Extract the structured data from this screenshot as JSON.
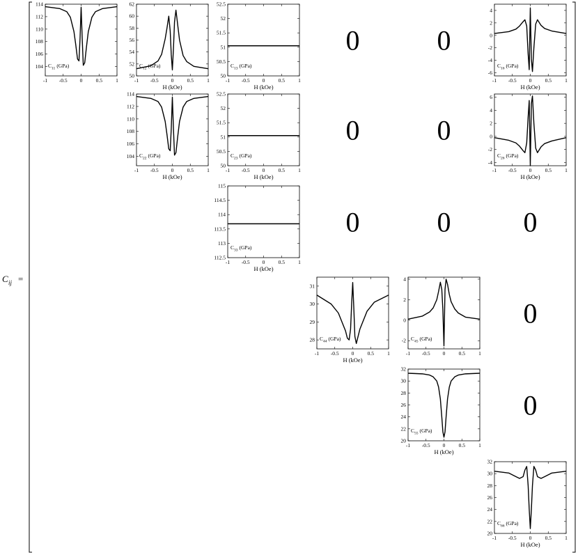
{
  "matrix": {
    "symbol_main": "C",
    "symbol_sub": "ij",
    "equals": "=",
    "zero_label": "0"
  },
  "zeros": [
    {
      "row": 1,
      "col": 4
    },
    {
      "row": 1,
      "col": 5
    },
    {
      "row": 2,
      "col": 4
    },
    {
      "row": 2,
      "col": 5
    },
    {
      "row": 3,
      "col": 4
    },
    {
      "row": 3,
      "col": 5
    },
    {
      "row": 3,
      "col": 6
    },
    {
      "row": 4,
      "col": 6
    },
    {
      "row": 5,
      "col": 6
    }
  ],
  "chart_data": [
    {
      "id": "C11",
      "type": "line",
      "label_main": "C",
      "label_sub": "11",
      "label_unit": "(GPa)",
      "xlabel": "",
      "xlim": [
        -1,
        1
      ],
      "ylim": [
        102.5,
        114
      ],
      "xticks": [
        "-1",
        "-0.5",
        "0",
        "0.5",
        "1"
      ],
      "yticks": [
        "104",
        "106",
        "108",
        "110",
        "112",
        "114"
      ],
      "x": [
        -1,
        -0.6,
        -0.4,
        -0.3,
        -0.2,
        -0.15,
        -0.1,
        -0.06,
        -0.03,
        0,
        0.03,
        0.06,
        0.1,
        0.15,
        0.2,
        0.3,
        0.4,
        0.6,
        1
      ],
      "y": [
        113.6,
        113.3,
        112.8,
        111.9,
        109.6,
        107.5,
        105.2,
        104.9,
        108.5,
        113.5,
        108.5,
        104.2,
        104.6,
        107.2,
        109.6,
        111.9,
        112.8,
        113.3,
        113.6
      ]
    },
    {
      "id": "C12",
      "type": "line",
      "label_main": "C",
      "label_sub": "12",
      "label_unit": "(GPa)",
      "xlabel": "H (kOe)",
      "xlim": [
        -1,
        1
      ],
      "ylim": [
        50,
        62
      ],
      "xticks": [
        "-1",
        "-0.5",
        "0",
        "0.5",
        "1"
      ],
      "yticks": [
        "50",
        "52",
        "54",
        "56",
        "58",
        "60",
        "62"
      ],
      "x": [
        -1,
        -0.6,
        -0.4,
        -0.3,
        -0.2,
        -0.15,
        -0.1,
        -0.06,
        -0.03,
        0,
        0.03,
        0.06,
        0.1,
        0.15,
        0.2,
        0.3,
        0.4,
        0.6,
        1
      ],
      "y": [
        51.2,
        51.7,
        52.5,
        53.6,
        56.2,
        58.0,
        60.0,
        57.5,
        53.5,
        51.0,
        54.5,
        59.0,
        61.0,
        58.5,
        56.0,
        53.4,
        52.4,
        51.6,
        51.2
      ]
    },
    {
      "id": "C13",
      "type": "line",
      "label_main": "C",
      "label_sub": "13",
      "label_unit": "(GPa)",
      "xlabel": "H (kOe)",
      "xlim": [
        -1,
        1
      ],
      "ylim": [
        50,
        52.5
      ],
      "xticks": [
        "-1",
        "-0.5",
        "0",
        "0.5",
        "1"
      ],
      "yticks": [
        "50",
        "50.5",
        "51",
        "51.5",
        "52",
        "52.5"
      ],
      "x": [
        -1,
        1
      ],
      "y": [
        51.05,
        51.05
      ]
    },
    {
      "id": "C16",
      "type": "line",
      "label_main": "C",
      "label_sub": "16",
      "label_unit": "(GPa)",
      "xlabel": "H (kOe)",
      "xlim": [
        -1,
        1
      ],
      "ylim": [
        -6.5,
        5
      ],
      "xticks": [
        "-1",
        "-0.5",
        "0",
        "0.5",
        "1"
      ],
      "yticks": [
        "-6",
        "-4",
        "-2",
        "0",
        "2",
        "4"
      ],
      "x": [
        -1,
        -0.6,
        -0.4,
        -0.3,
        -0.2,
        -0.15,
        -0.1,
        -0.06,
        -0.03,
        0,
        0.03,
        0.06,
        0.1,
        0.15,
        0.2,
        0.3,
        0.4,
        0.6,
        1
      ],
      "y": [
        0.3,
        0.6,
        1.0,
        1.5,
        2.2,
        2.5,
        1.5,
        -3.0,
        -5.5,
        4.4,
        -3.8,
        -5.8,
        -2.0,
        1.8,
        2.5,
        1.6,
        1.1,
        0.7,
        0.3
      ]
    },
    {
      "id": "C22",
      "type": "line",
      "label_main": "C",
      "label_sub": "22",
      "label_unit": "(GPa)",
      "xlabel": "H (kOe)",
      "xlim": [
        -1,
        1
      ],
      "ylim": [
        102.5,
        114
      ],
      "xticks": [
        "-1",
        "-0.5",
        "0",
        "0.5",
        "1"
      ],
      "yticks": [
        "104",
        "106",
        "108",
        "110",
        "112",
        "114"
      ],
      "x": [
        -1,
        -0.6,
        -0.4,
        -0.3,
        -0.2,
        -0.15,
        -0.1,
        -0.06,
        -0.03,
        0,
        0.03,
        0.06,
        0.1,
        0.15,
        0.2,
        0.3,
        0.4,
        0.6,
        1
      ],
      "y": [
        113.6,
        113.3,
        112.8,
        111.9,
        109.6,
        107.5,
        105.2,
        104.9,
        108.5,
        113.5,
        108.5,
        104.2,
        104.6,
        107.2,
        109.6,
        111.9,
        112.8,
        113.3,
        113.6
      ]
    },
    {
      "id": "C23",
      "type": "line",
      "label_main": "C",
      "label_sub": "23",
      "label_unit": "(GPa)",
      "xlabel": "H (kOe)",
      "xlim": [
        -1,
        1
      ],
      "ylim": [
        50,
        52.5
      ],
      "xticks": [
        "-1",
        "-0.5",
        "0",
        "0.5",
        "1"
      ],
      "yticks": [
        "50",
        "50.5",
        "51",
        "51.5",
        "52",
        "52.5"
      ],
      "x": [
        -1,
        1
      ],
      "y": [
        51.05,
        51.05
      ]
    },
    {
      "id": "C26",
      "type": "line",
      "label_main": "C",
      "label_sub": "26",
      "label_unit": "(GPa)",
      "xlabel": "H (kOe)",
      "xlim": [
        -1,
        1
      ],
      "ylim": [
        -4.5,
        6.5
      ],
      "xticks": [
        "-1",
        "-0.5",
        "0",
        "0.5",
        "1"
      ],
      "yticks": [
        "-4",
        "-2",
        "0",
        "2",
        "4",
        "6"
      ],
      "x": [
        -1,
        -0.6,
        -0.4,
        -0.3,
        -0.2,
        -0.15,
        -0.1,
        -0.06,
        -0.03,
        0,
        0.03,
        0.06,
        0.1,
        0.15,
        0.2,
        0.3,
        0.4,
        0.6,
        1
      ],
      "y": [
        -0.2,
        -0.6,
        -1.0,
        -1.5,
        -2.2,
        -2.5,
        -1.0,
        3.0,
        5.5,
        -4.5,
        5.0,
        6.2,
        2.0,
        -1.8,
        -2.5,
        -1.6,
        -1.1,
        -0.7,
        -0.2
      ]
    },
    {
      "id": "C33",
      "type": "line",
      "label_main": "C",
      "label_sub": "33",
      "label_unit": "(GPa)",
      "xlabel": "H (kOe)",
      "xlim": [
        -1,
        1
      ],
      "ylim": [
        112.5,
        115
      ],
      "xticks": [
        "-1",
        "-0.5",
        "0",
        "0.5",
        "1"
      ],
      "yticks": [
        "112.5",
        "113",
        "113.5",
        "114",
        "114.5",
        "115"
      ],
      "x": [
        -1,
        1
      ],
      "y": [
        113.68,
        113.68
      ]
    },
    {
      "id": "C44",
      "type": "line",
      "label_main": "C",
      "label_sub": "44",
      "label_unit": "(GPa)",
      "xlabel": "H (kOe)",
      "xlim": [
        -1,
        1
      ],
      "ylim": [
        27.5,
        31.5
      ],
      "xticks": [
        "-1",
        "-0.5",
        "0",
        "0.5",
        "1"
      ],
      "yticks": [
        "28",
        "29",
        "30",
        "31"
      ],
      "x": [
        -1,
        -0.6,
        -0.4,
        -0.3,
        -0.2,
        -0.15,
        -0.1,
        -0.06,
        -0.03,
        0,
        0.03,
        0.06,
        0.1,
        0.15,
        0.2,
        0.3,
        0.4,
        0.6,
        1
      ],
      "y": [
        30.5,
        30.0,
        29.5,
        29.0,
        28.5,
        28.1,
        28.0,
        28.6,
        30.0,
        31.2,
        29.8,
        28.2,
        27.8,
        28.2,
        28.6,
        29.1,
        29.6,
        30.1,
        30.5
      ]
    },
    {
      "id": "C45",
      "type": "line",
      "label_main": "C",
      "label_sub": "45",
      "label_unit": "(GPa)",
      "xlabel": "",
      "xlim": [
        -1,
        1
      ],
      "ylim": [
        -2.8,
        4.2
      ],
      "xticks": [
        "-1",
        "-0.5",
        "0",
        "0.5",
        "1"
      ],
      "yticks": [
        "-2",
        "0",
        "2",
        "4"
      ],
      "x": [
        -1,
        -0.6,
        -0.4,
        -0.3,
        -0.2,
        -0.15,
        -0.1,
        -0.06,
        -0.03,
        0,
        0.03,
        0.06,
        0.1,
        0.15,
        0.2,
        0.3,
        0.4,
        0.6,
        1
      ],
      "y": [
        0.1,
        0.4,
        0.8,
        1.2,
        2.0,
        2.8,
        3.7,
        3.0,
        1.0,
        -2.5,
        3.0,
        4.0,
        3.5,
        2.5,
        1.8,
        1.1,
        0.7,
        0.3,
        0.1
      ]
    },
    {
      "id": "C55",
      "type": "line",
      "label_main": "C",
      "label_sub": "55",
      "label_unit": "(GPa)",
      "xlabel": "H (kOe)",
      "xlim": [
        -1,
        1
      ],
      "ylim": [
        20,
        32
      ],
      "xticks": [
        "-1",
        "-0.5",
        "0",
        "0.5",
        "1"
      ],
      "yticks": [
        "20",
        "22",
        "24",
        "26",
        "28",
        "30",
        "32"
      ],
      "x": [
        -1,
        -0.6,
        -0.4,
        -0.3,
        -0.2,
        -0.15,
        -0.1,
        -0.06,
        -0.03,
        0,
        0.03,
        0.06,
        0.1,
        0.15,
        0.2,
        0.3,
        0.4,
        0.6,
        1
      ],
      "y": [
        31.3,
        31.2,
        31.0,
        30.7,
        30.0,
        29.0,
        27.0,
        24.0,
        21.5,
        20.6,
        21.5,
        24.0,
        27.0,
        29.0,
        30.0,
        30.7,
        31.0,
        31.2,
        31.3
      ]
    },
    {
      "id": "C66",
      "type": "line",
      "label_main": "C",
      "label_sub": "66",
      "label_unit": "(GPa)",
      "xlabel": "H (kOe)",
      "xlim": [
        -1,
        1
      ],
      "ylim": [
        20,
        32
      ],
      "xticks": [
        "-1",
        "-0.5",
        "0",
        "0.5",
        "1"
      ],
      "yticks": [
        "20",
        "22",
        "24",
        "26",
        "28",
        "30",
        "32"
      ],
      "x": [
        -1,
        -0.6,
        -0.4,
        -0.3,
        -0.2,
        -0.15,
        -0.1,
        -0.06,
        -0.03,
        0,
        0.03,
        0.06,
        0.1,
        0.15,
        0.2,
        0.3,
        0.4,
        0.6,
        1
      ],
      "y": [
        30.4,
        30.1,
        29.5,
        29.2,
        29.5,
        30.6,
        31.2,
        28.0,
        24.0,
        20.8,
        24.0,
        28.0,
        31.2,
        30.6,
        29.5,
        29.2,
        29.5,
        30.1,
        30.4
      ]
    }
  ]
}
